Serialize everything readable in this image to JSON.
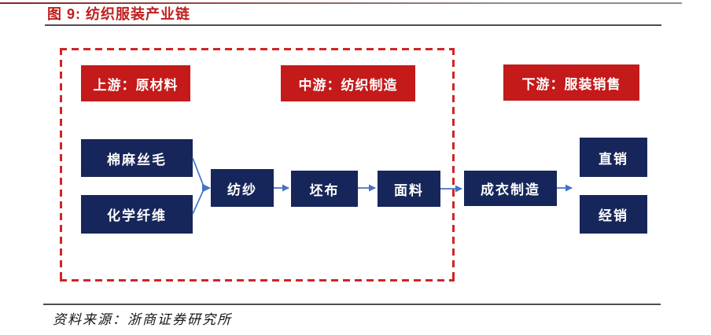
{
  "figure": {
    "caption": "图 9: 纺织服装产业链",
    "source": "资料来源：浙商证券研究所"
  },
  "diagram": {
    "stage_headers": {
      "upstream": "上游：原材料",
      "midstream": "中游：纺织制造",
      "downstream": "下游：服装销售"
    },
    "nodes": {
      "raw_materials_natural": "棉麻丝毛",
      "chemical_fiber": "化学纤维",
      "spinning": "纺纱",
      "grey_cloth": "坯布",
      "fabric": "面料",
      "garment_manufacturing": "成衣制造",
      "direct_sales": "直销",
      "distribution": "经销"
    },
    "arrows": [
      {
        "from": "raw_materials_natural",
        "to": "spinning"
      },
      {
        "from": "chemical_fiber",
        "to": "spinning"
      },
      {
        "from": "spinning",
        "to": "grey_cloth"
      },
      {
        "from": "grey_cloth",
        "to": "fabric"
      },
      {
        "from": "fabric",
        "to": "garment_manufacturing"
      },
      {
        "from": "garment_manufacturing",
        "to": "sales_channels"
      }
    ]
  },
  "colors": {
    "caption_red": "#bf1d1d",
    "stage_header_red": "#c41a1a",
    "node_navy": "#17265a",
    "dashed_border_red": "#d02525",
    "arrow_blue": "#4472c4",
    "rule_gray": "#4d4d4d"
  }
}
